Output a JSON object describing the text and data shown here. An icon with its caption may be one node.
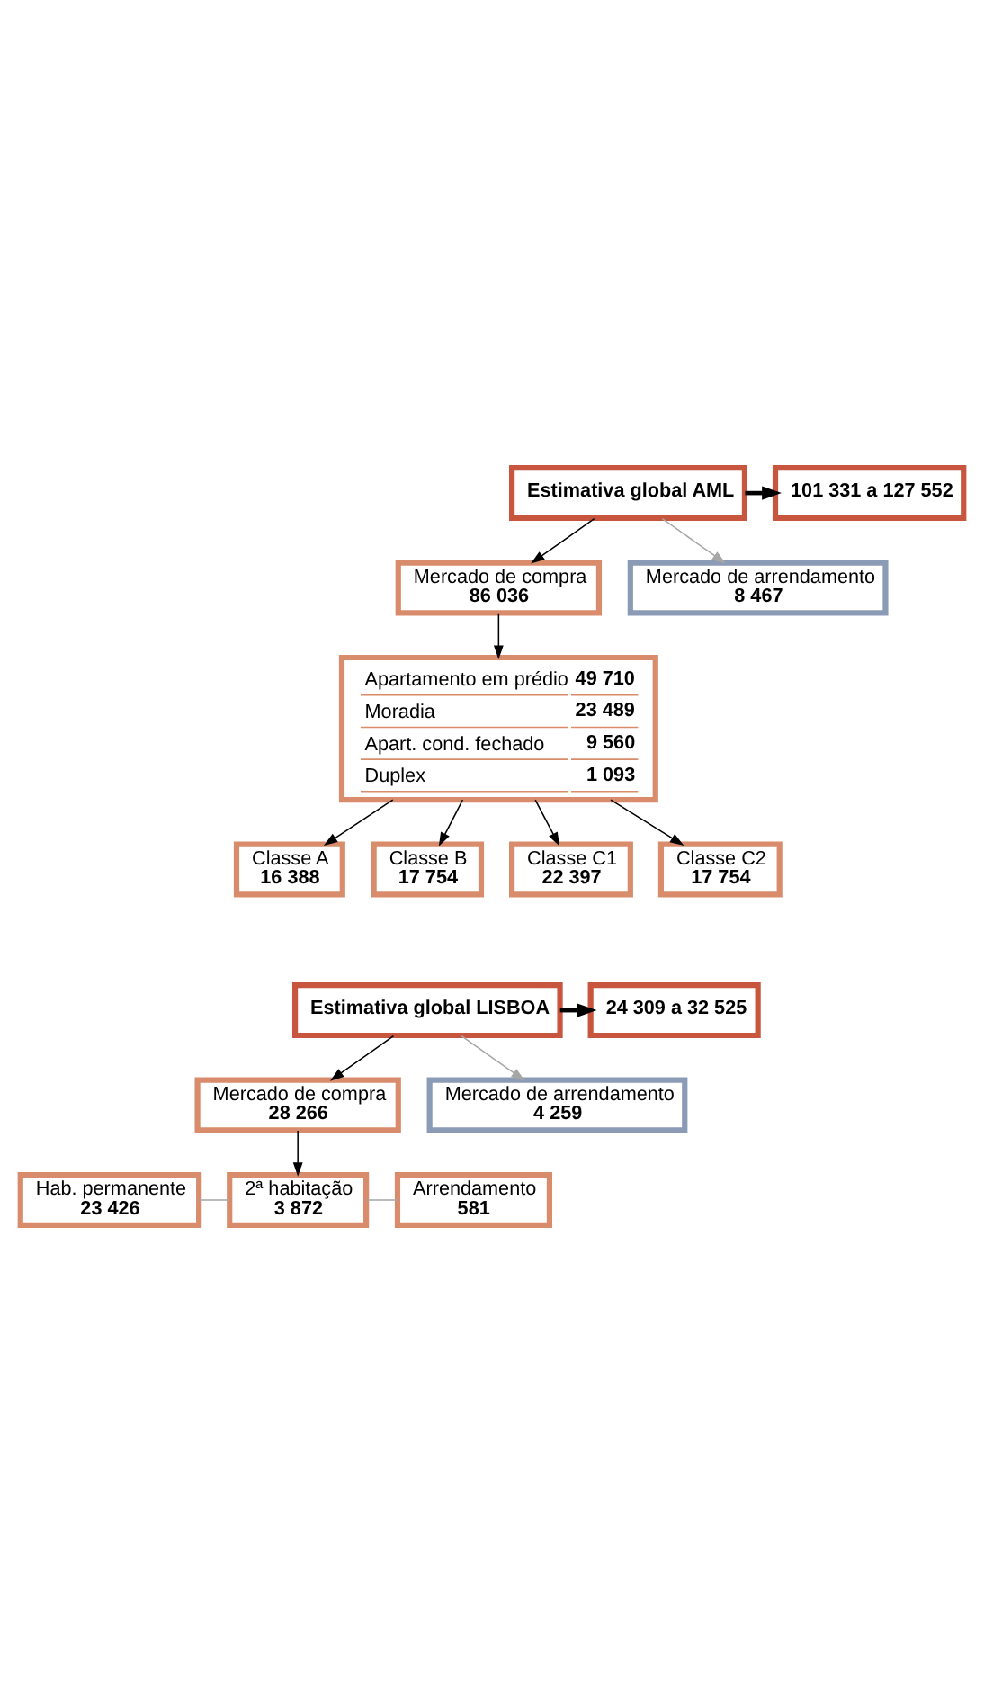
{
  "diagram": {
    "nodes": [
      {
        "text": [
          "Estimativa global AML"
        ]
      },
      {
        "text": [
          "101 331 a 127 552"
        ]
      },
      {
        "text": [
          "Mercado de compra",
          "86 036"
        ]
      },
      {
        "text": [
          "Mercado de arrendamento",
          "8 467"
        ]
      },
      {
        "text": [
          "Apartamento em prédio",
          "49 710",
          "Moradia",
          "23 489",
          "Apart. cond. fechado",
          "9 560",
          "Duplex",
          "1 093"
        ]
      },
      {
        "text": [
          "Classe A",
          "16 388"
        ]
      },
      {
        "text": [
          "Classe B",
          "17 754"
        ]
      },
      {
        "text": [
          "Classe C1",
          "22 397"
        ]
      },
      {
        "text": [
          "Classe C2",
          "17 754"
        ]
      },
      {
        "text": [
          "Estimativa global LISBOA"
        ]
      },
      {
        "text": [
          "24 309 a 32 525"
        ]
      },
      {
        "text": [
          "Mercado de compra",
          "28 266"
        ]
      },
      {
        "text": [
          "Mercado de arrendamento",
          "4 259"
        ]
      },
      {
        "text": [
          "Hab. permanente",
          "23 426"
        ]
      },
      {
        "text": [
          "2ª habitação",
          "3 872"
        ]
      },
      {
        "text": [
          "Arrendamento",
          "581"
        ]
      }
    ],
    "edges": [
      {
        "from": 0,
        "to": 1,
        "arrow": "to",
        "style": "thick"
      },
      {
        "from": 0,
        "to": 2,
        "arrow": "to"
      },
      {
        "from": 0,
        "to": 3,
        "arrow": "to",
        "color": "#a6a6a6"
      },
      {
        "from": 2,
        "to": 4,
        "arrow": "to"
      },
      {
        "from": 4,
        "to": 5,
        "arrow": "to"
      },
      {
        "from": 4,
        "to": 6,
        "arrow": "to"
      },
      {
        "from": 4,
        "to": 7,
        "arrow": "to"
      },
      {
        "from": 4,
        "to": 8,
        "arrow": "to"
      },
      {
        "from": 9,
        "to": 10,
        "arrow": "to",
        "style": "thick"
      },
      {
        "from": 9,
        "to": 11,
        "arrow": "to"
      },
      {
        "from": 9,
        "to": 12,
        "arrow": "to",
        "color": "#a6a6a6"
      },
      {
        "from": 11,
        "to": 14,
        "arrow": "to"
      },
      {
        "from": 13,
        "to": 14,
        "arrow": "none",
        "color": "#a6a6a6"
      },
      {
        "from": 14,
        "to": 15,
        "arrow": "none",
        "color": "#a6a6a6"
      }
    ]
  }
}
